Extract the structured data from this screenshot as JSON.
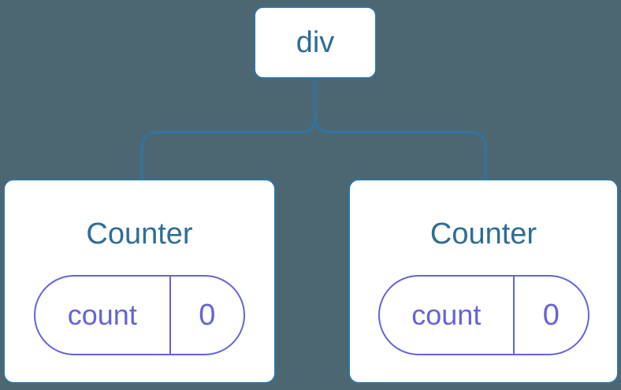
{
  "diagram": {
    "root": {
      "label": "div"
    },
    "children": [
      {
        "title": "Counter",
        "state": {
          "key": "count",
          "value": "0"
        }
      },
      {
        "title": "Counter",
        "state": {
          "key": "count",
          "value": "0"
        }
      }
    ],
    "colors": {
      "background": "#4D6772",
      "node_border_blue": "#3173A2",
      "connector_blue": "#3173A2",
      "node_text_blue": "#2E6D96",
      "state_purple": "#6363DA",
      "card_fill": "#FFFFFF"
    }
  }
}
